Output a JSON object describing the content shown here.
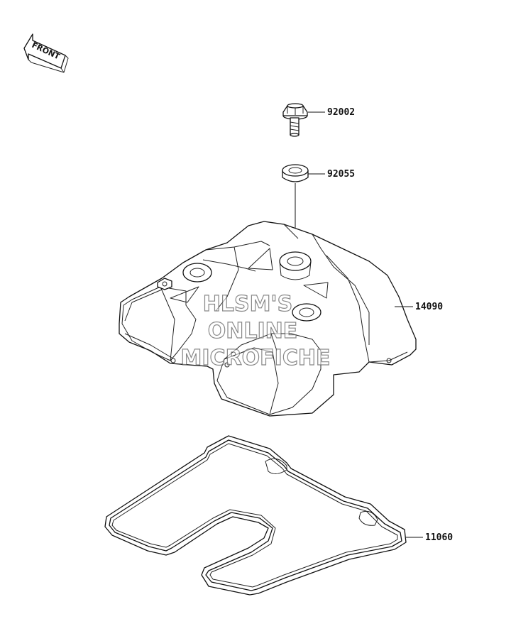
{
  "front_indicator": {
    "label": "FRONT"
  },
  "parts": [
    {
      "number": "92002",
      "icon": "flange-bolt-icon"
    },
    {
      "number": "92055",
      "icon": "grommet-icon"
    },
    {
      "number": "14090",
      "icon": "cylinder-head-cover-icon"
    },
    {
      "number": "11060",
      "icon": "cover-gasket-icon"
    }
  ],
  "watermark": {
    "lines": [
      "HLSM'S",
      "ONLINE",
      "MICROFICHE"
    ]
  }
}
